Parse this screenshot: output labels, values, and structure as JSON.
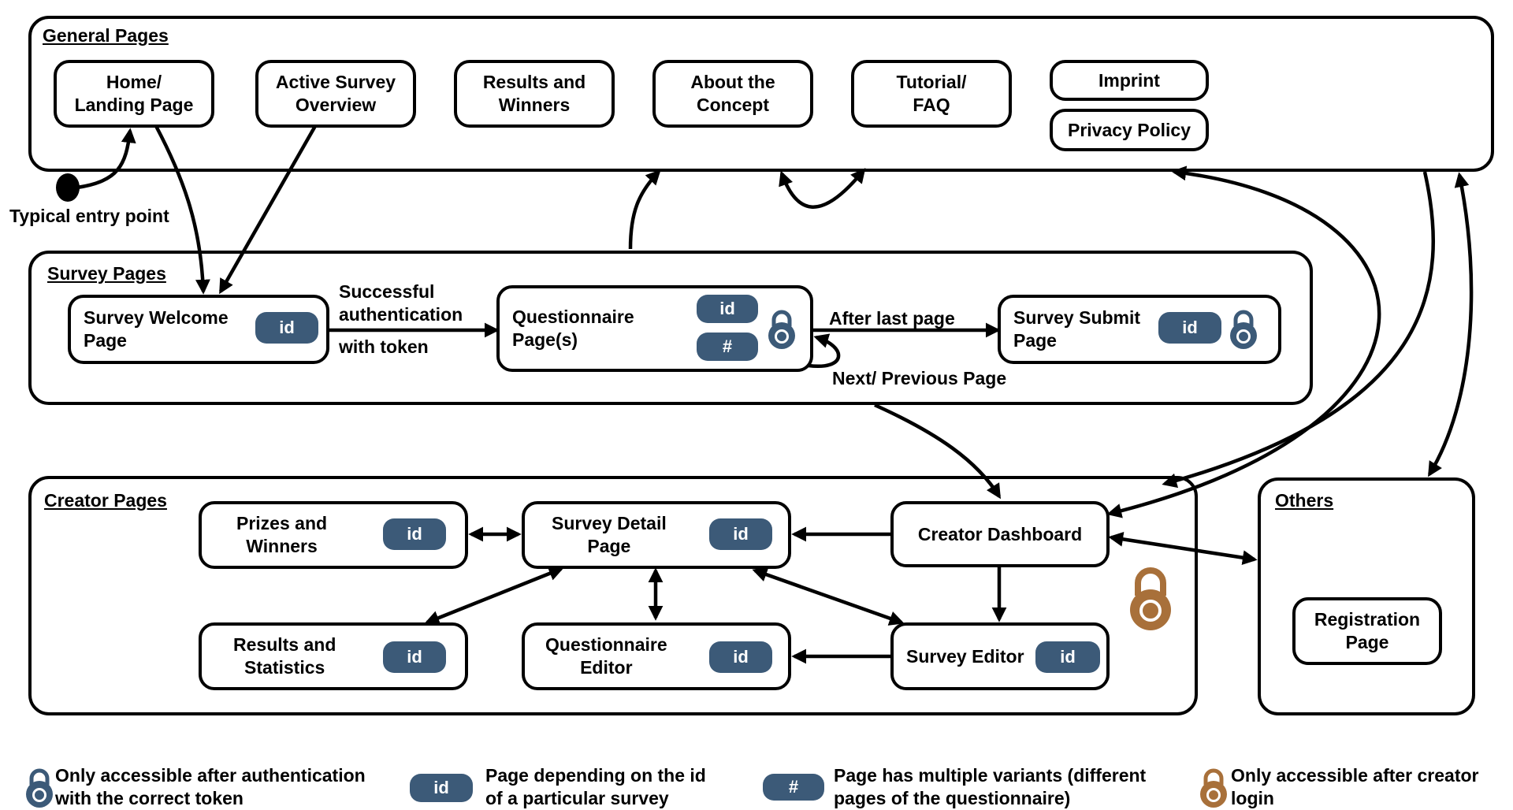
{
  "groups": {
    "general": "General Pages",
    "survey": "Survey Pages",
    "creator": "Creator Pages",
    "others": "Others"
  },
  "nodes": {
    "home": "Home/\nLanding Page",
    "active_survey": "Active Survey\nOverview",
    "results_winners": "Results and\nWinners",
    "about": "About the\nConcept",
    "tutorial": "Tutorial/\nFAQ",
    "imprint": "Imprint",
    "privacy": "Privacy Policy",
    "survey_welcome": "Survey Welcome\nPage",
    "questionnaire_pages": "Questionnaire\nPage(s)",
    "survey_submit": "Survey Submit\nPage",
    "prizes": "Prizes and\nWinners",
    "survey_detail": "Survey Detail\nPage",
    "creator_dashboard": "Creator Dashboard",
    "results_statistics": "Results and\nStatistics",
    "questionnaire_editor": "Questionnaire\nEditor",
    "survey_editor": "Survey Editor",
    "registration": "Registration\nPage"
  },
  "badges": {
    "id": "id",
    "hash": "#"
  },
  "edge_labels": {
    "entry": "Typical entry point",
    "auth": "Successful\nauthentication",
    "token": "with token",
    "after_last": "After last page",
    "next_prev": "Next/ Previous Page"
  },
  "legend": {
    "token_lock": "Only accessible after authentication\n with the correct token",
    "id_badge": "Page depending on the id\nof a particular survey",
    "hash_badge": "Page has multiple variants (different\npages of the questionnaire)",
    "creator_lock": "Only accessible after creator\nlogin"
  },
  "colors": {
    "badge": "#3c5a78",
    "token_lock": "#3c5a78",
    "creator_lock": "#a8703a",
    "stroke": "#000000"
  }
}
